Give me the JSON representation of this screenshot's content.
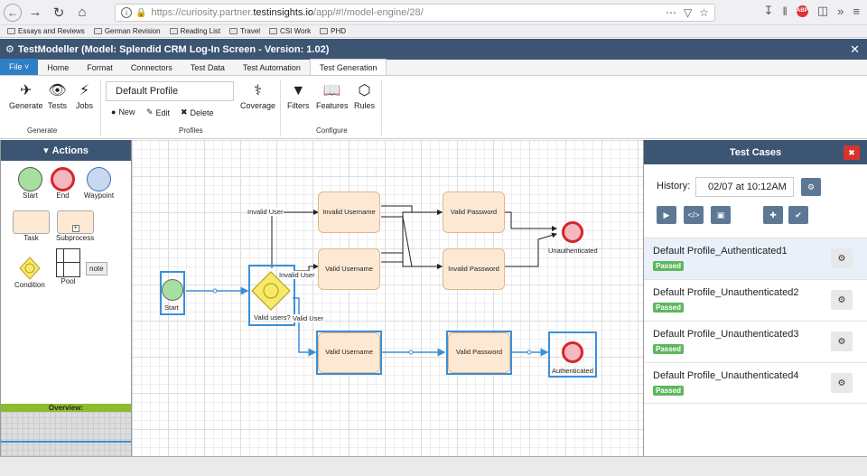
{
  "browser": {
    "url_prefix": "https://curiosity.partner.",
    "url_host": "testinsights.io",
    "url_path": "/app/#!/model-engine/28/",
    "bookmarks": [
      "Essays and Reviews",
      "German Revision",
      "Reading List",
      "Travel",
      "CSI Work",
      "PHD"
    ]
  },
  "app": {
    "title": "TestModeller (Model: Splendid CRM Log-In Screen - Version: 1.02)",
    "menu_tabs": [
      "File",
      "Home",
      "Format",
      "Connectors",
      "Test Data",
      "Test Automation",
      "Test Generation"
    ],
    "active_tab": "Test Generation"
  },
  "ribbon": {
    "generate_label": "Generate",
    "tests_label": "Tests",
    "jobs_label": "Jobs",
    "group_generate": "Generate",
    "profile_value": "Default Profile",
    "new_label": "New",
    "edit_label": "Edit",
    "delete_label": "Delete",
    "coverage_label": "Coverage",
    "group_profiles": "Profiles",
    "filters_label": "Filters",
    "features_label": "Features",
    "rules_label": "Rules",
    "group_configure": "Configure"
  },
  "palette": {
    "header": "Actions",
    "start": "Start",
    "end": "End",
    "waypoint": "Waypoint",
    "task": "Task",
    "subprocess": "Subprocess",
    "condition": "Condition",
    "pool": "Pool",
    "note": "note",
    "overview": "Overview:"
  },
  "diagram": {
    "start": "Start",
    "condition": "Valid users?",
    "invalid_user_1": "Invalid User",
    "invalid_user_2": "Invalid User",
    "valid_user": "Valid User",
    "invalid_username": "Invalid Username",
    "valid_username_1": "Valid Username",
    "valid_username_2": "Valid Username",
    "valid_password_1": "Valid Password",
    "invalid_password": "Invalid Password",
    "valid_password_2": "Valid Password",
    "unauthenticated": "Unauthenticated",
    "authenticated": "Authenticated"
  },
  "test_cases": {
    "header": "Test Cases",
    "history_label": "History:",
    "history_value": "02/07 at 10:12AM",
    "items": [
      {
        "name": "Default Profile_Authenticated1",
        "status": "Passed"
      },
      {
        "name": "Default Profile_Unauthenticated2",
        "status": "Passed"
      },
      {
        "name": "Default Profile_Unauthenticated3",
        "status": "Passed"
      },
      {
        "name": "Default Profile_Unauthenticated4",
        "status": "Passed"
      }
    ]
  },
  "colors": {
    "header_bg": "#3c5573",
    "accent": "#2d7fc6",
    "selection": "#3a8fd8",
    "passed": "#5cb85c",
    "close_red": "#d9342b"
  }
}
